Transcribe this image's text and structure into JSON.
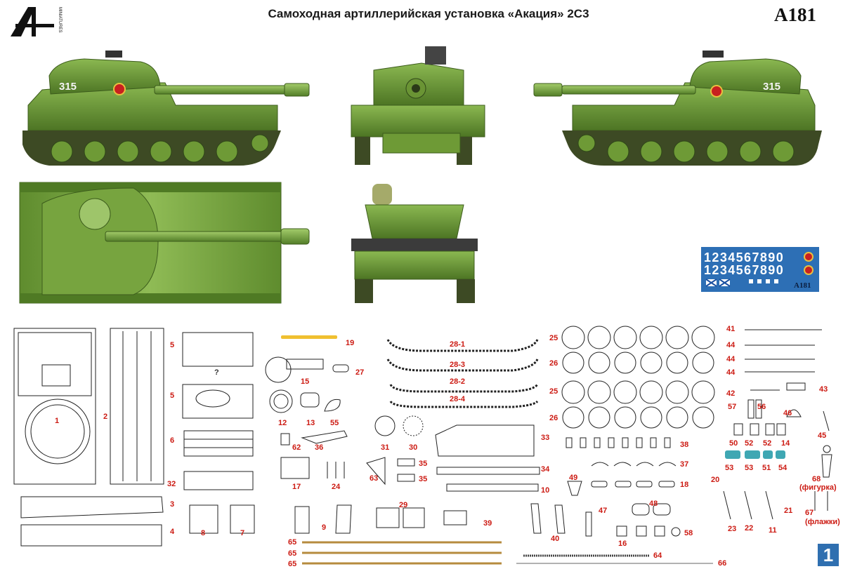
{
  "header": {
    "logo_brand": "MINIATURES",
    "title": "Самоходная артиллерийская установка «Акация» 2С3",
    "kit_code": "A181"
  },
  "vehicle": {
    "turret_number": "315",
    "hull_color": "#5e8a2c",
    "track_color": "#3d4a24"
  },
  "decal_sheet": {
    "row1_digits": "1234567890",
    "row2_digits": "1234567890",
    "maker_code": "A181",
    "background_color": "#2d6fb5"
  },
  "part_labels": [
    "1",
    "2",
    "5",
    "?",
    "5",
    "6",
    "32",
    "3",
    "4",
    "8",
    "7",
    "19",
    "15",
    "27",
    "12",
    "13",
    "55",
    "62",
    "36",
    "17",
    "24",
    "9",
    "28-1",
    "28-3",
    "28-2",
    "28-4",
    "31",
    "30",
    "63",
    "35",
    "35",
    "29",
    "39",
    "33",
    "34",
    "10",
    "49",
    "40",
    "47",
    "16",
    "25",
    "26",
    "25",
    "26",
    "38",
    "37",
    "18",
    "48",
    "58",
    "41",
    "44",
    "44",
    "44",
    "42",
    "43",
    "57",
    "56",
    "46",
    "45",
    "50",
    "52",
    "52",
    "14",
    "53",
    "53",
    "51",
    "54",
    "20",
    "68",
    "(фигурка)",
    "23",
    "22",
    "11",
    "21",
    "67",
    "(флажки)",
    "65",
    "65",
    "65",
    "64",
    "66"
  ],
  "page_number": "1"
}
